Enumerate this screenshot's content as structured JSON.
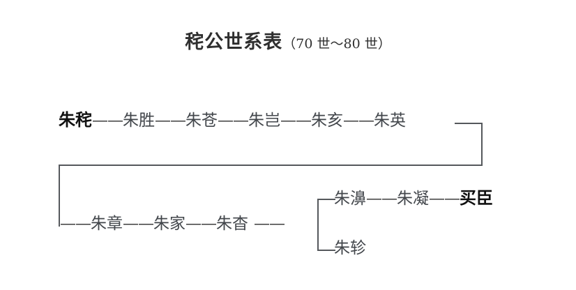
{
  "title": {
    "main": "秺公世系表",
    "sub": "（70 世～80 世）"
  },
  "generation_rows": {
    "row1": {
      "names": [
        {
          "text": "朱秺",
          "bold": true
        },
        {
          "text": "朱胜",
          "bold": false
        },
        {
          "text": "朱苍",
          "bold": false
        },
        {
          "text": "朱岂",
          "bold": false
        },
        {
          "text": "朱亥",
          "bold": false
        },
        {
          "text": "朱英",
          "bold": false
        }
      ],
      "separator": "——"
    },
    "row2": {
      "lead_separator": "——",
      "names": [
        {
          "text": "朱章",
          "bold": false
        },
        {
          "text": "朱家",
          "bold": false
        },
        {
          "text": "朱杳",
          "bold": false
        }
      ],
      "separator": "——",
      "trail_separator": "——"
    },
    "branch_upper": {
      "names": [
        {
          "text": "朱濞",
          "bold": false
        },
        {
          "text": "朱凝",
          "bold": false
        },
        {
          "text": "买臣",
          "bold": true
        }
      ],
      "separator": "——"
    },
    "branch_lower": {
      "names": [
        {
          "text": "朱轸",
          "bold": false
        }
      ]
    }
  },
  "colors": {
    "background": "#ffffff",
    "text": "#42464b",
    "text_bold": "#111111",
    "line": "#55585c",
    "title": "#2f2f2f"
  }
}
